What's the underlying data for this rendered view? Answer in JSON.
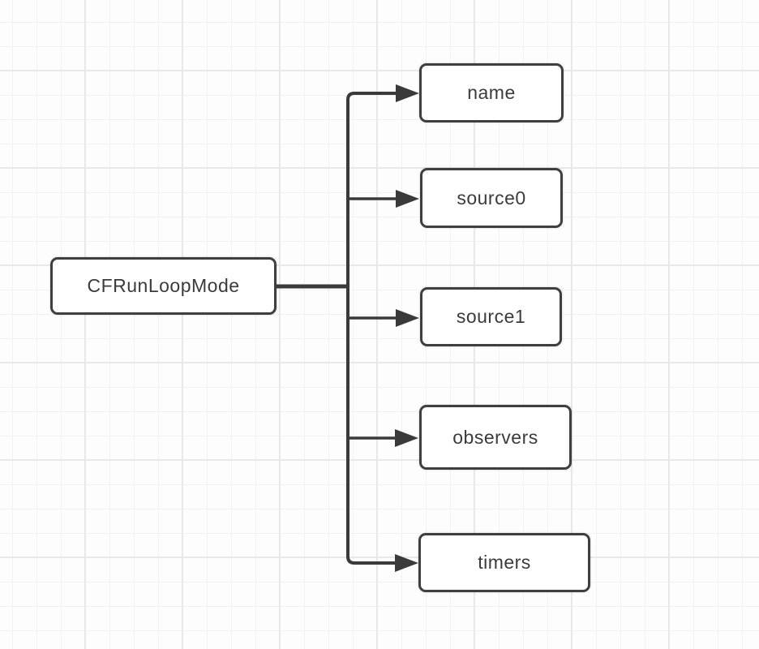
{
  "diagram": {
    "type": "tree",
    "root": {
      "label": "CFRunLoopMode"
    },
    "children": [
      {
        "label": "name"
      },
      {
        "label": "source0"
      },
      {
        "label": "source1"
      },
      {
        "label": "observers"
      },
      {
        "label": "timers"
      }
    ],
    "colors": {
      "connector": "#3a3a3a",
      "node_border": "#3f3f3f",
      "node_fill": "#ffffff",
      "node_text": "#3b3b3b",
      "canvas_bg": "#fdfdfd",
      "grid_minor": "#f2f2f4",
      "grid_major": "#e8e8eb"
    }
  }
}
